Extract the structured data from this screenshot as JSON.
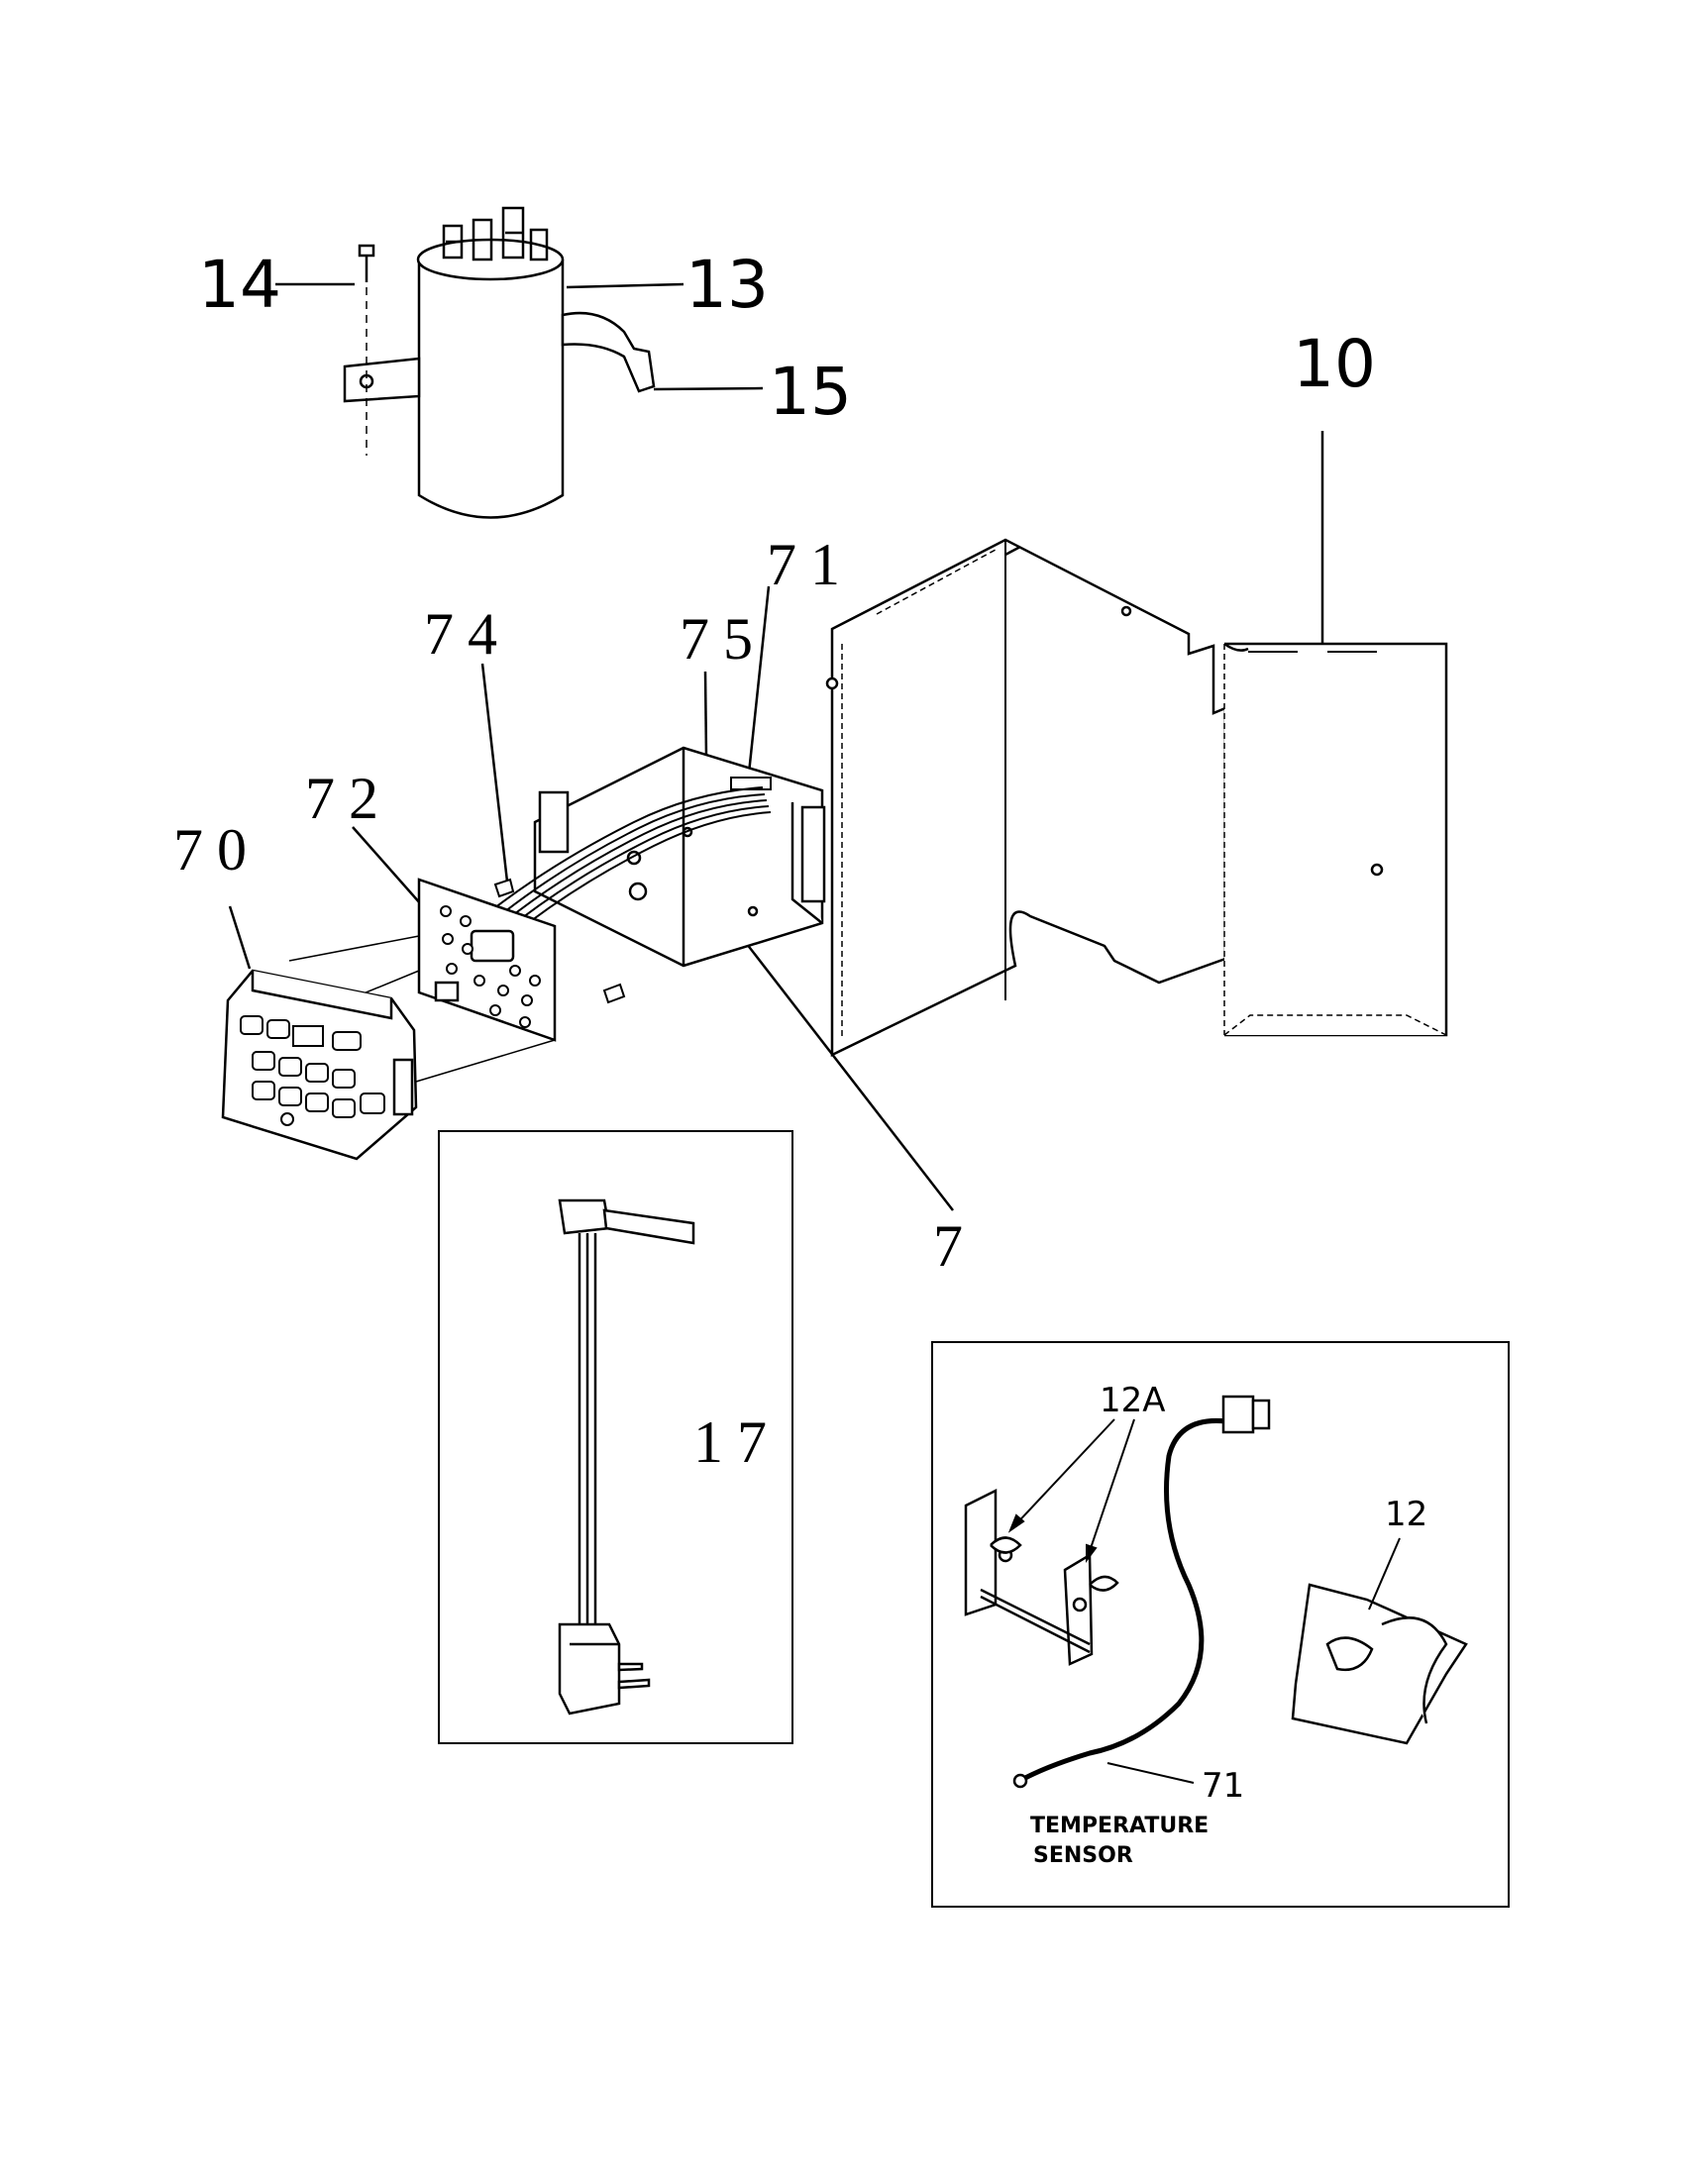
{
  "callouts": {
    "p14": "14",
    "p13": "13",
    "p15": "15",
    "p10": "10",
    "p71_top": "71",
    "p75": "75",
    "p74": "74",
    "p72": "72",
    "p70": "70",
    "p7": "7",
    "p17": "17",
    "p12A": "12A",
    "p12": "12",
    "p71_inset": "71"
  },
  "inset": {
    "sensor_line1": "TEMPERATURE",
    "sensor_line2": "SENSOR"
  }
}
